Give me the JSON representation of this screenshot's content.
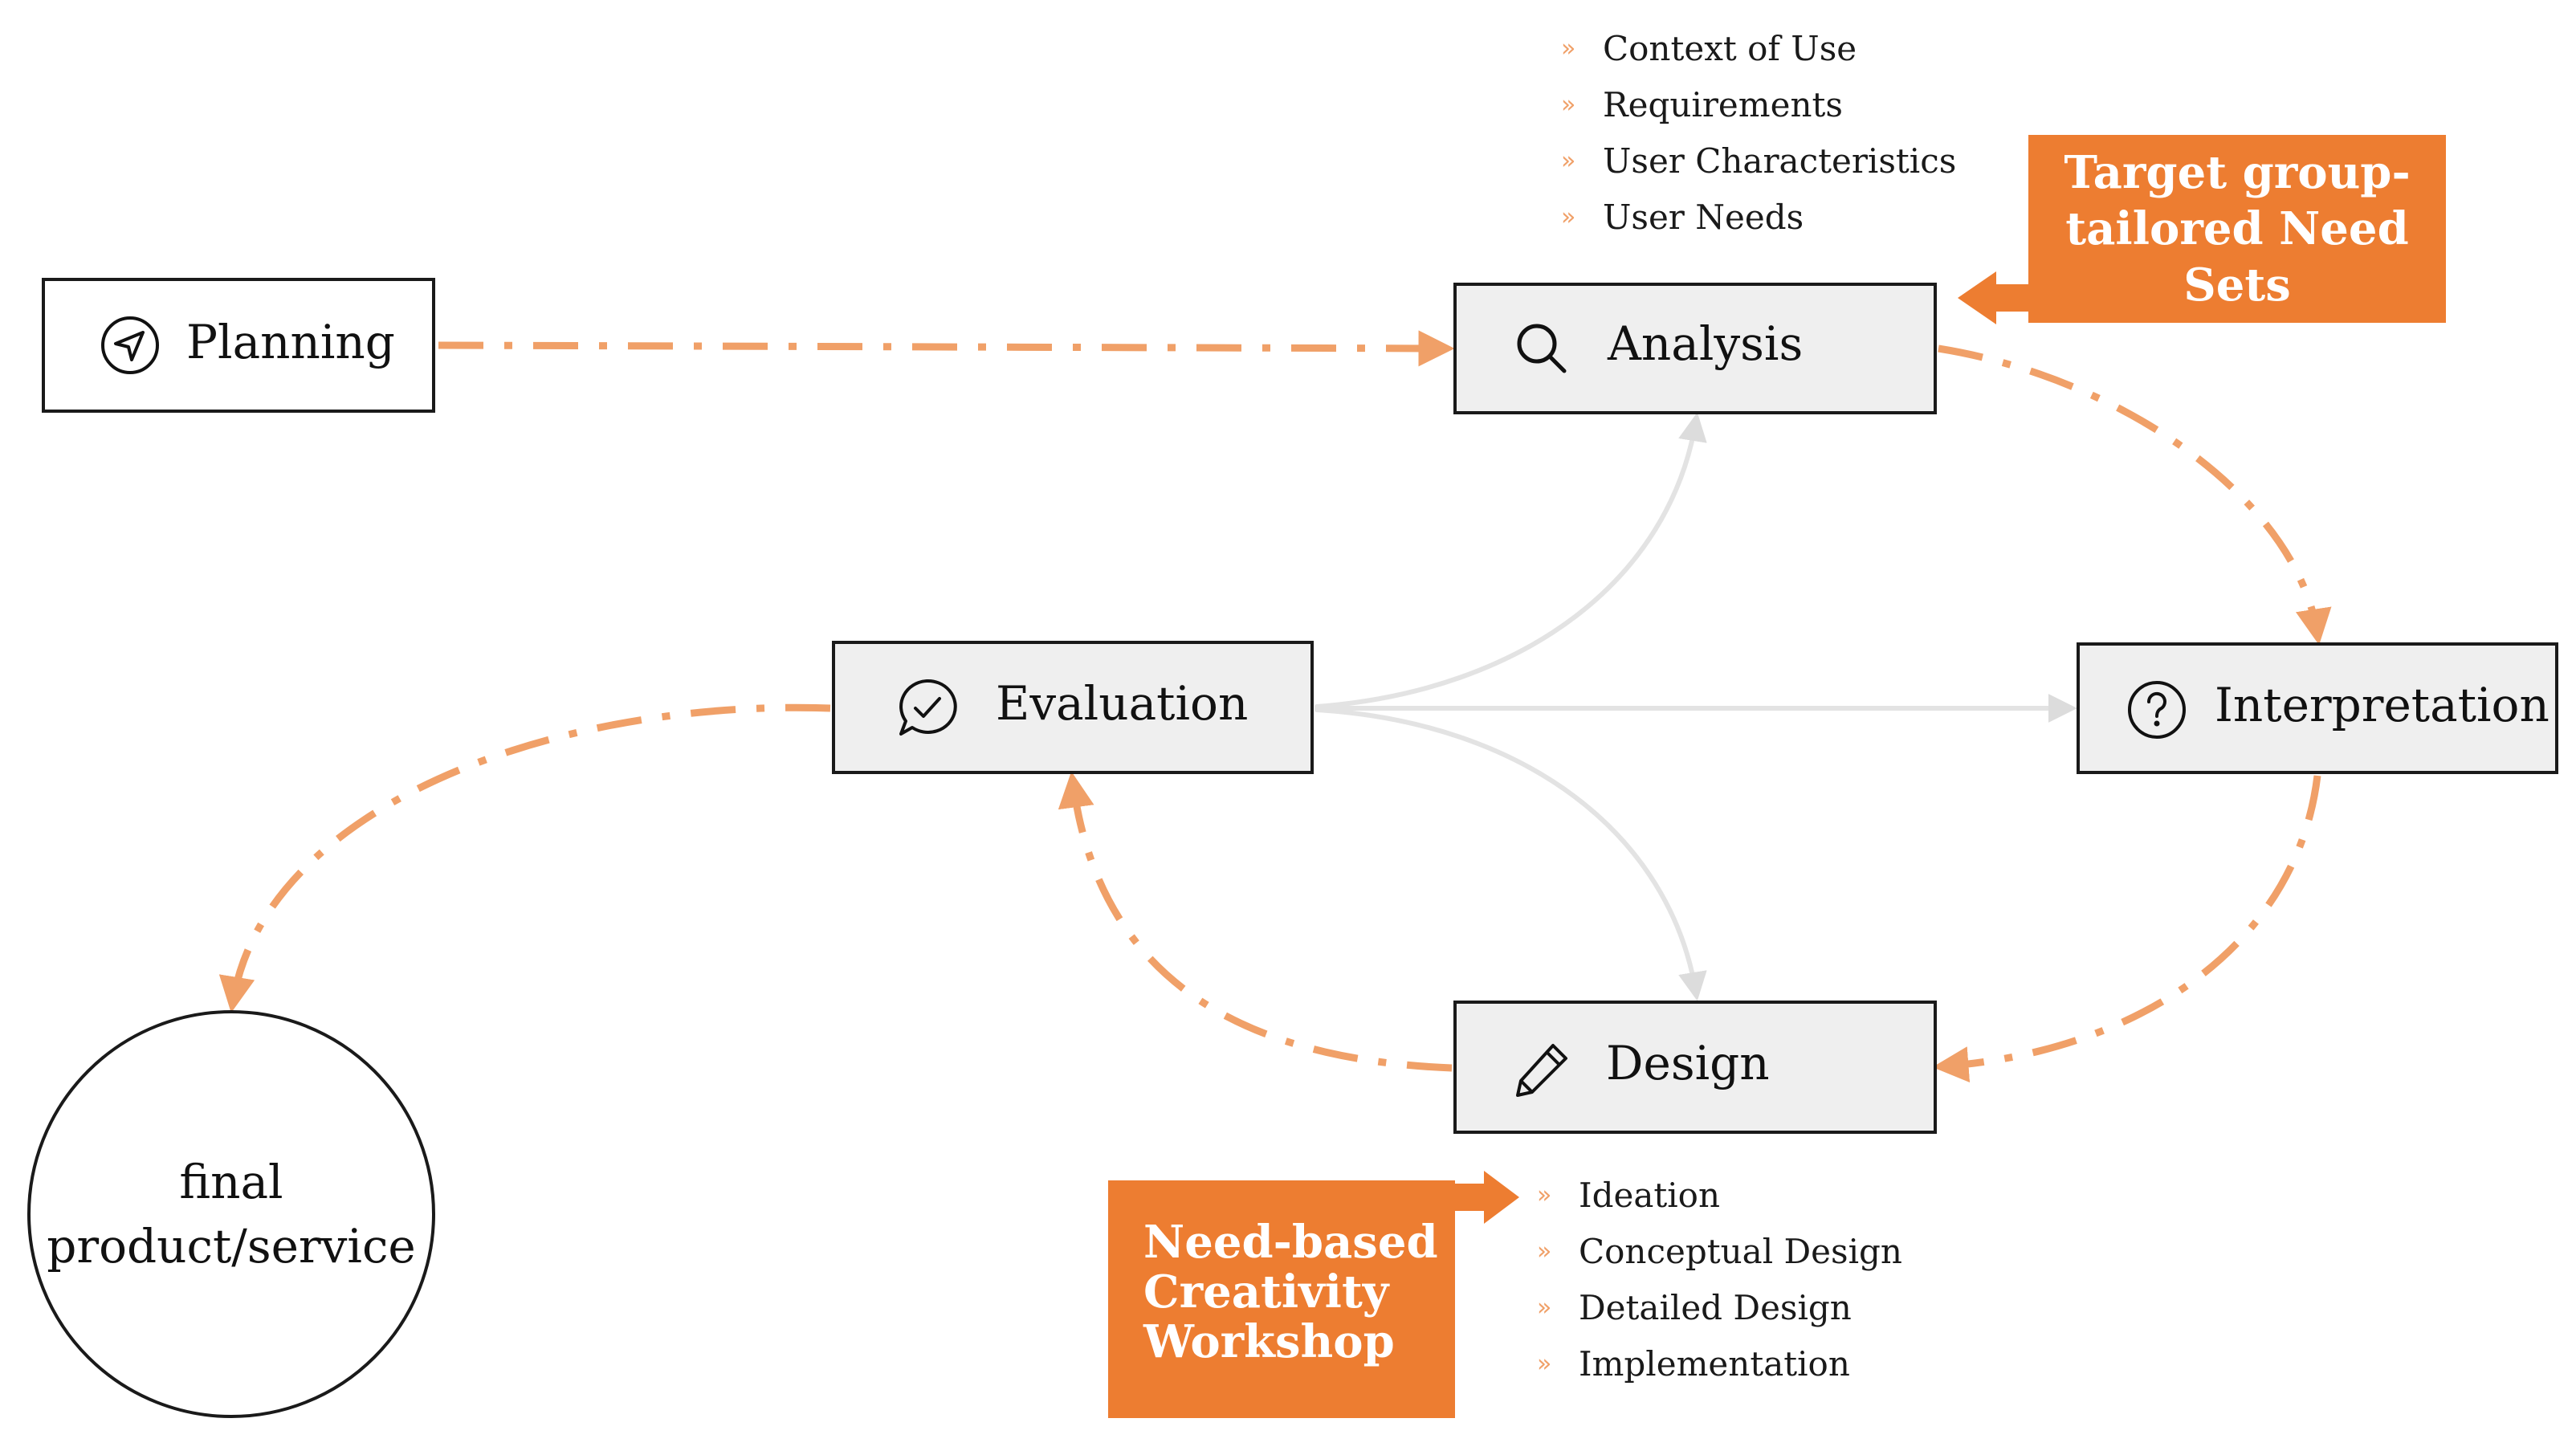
{
  "nodes": {
    "planning": {
      "label": "Planning",
      "icon": "navigation-arrow-icon"
    },
    "analysis": {
      "label": "Analysis",
      "icon": "search-icon"
    },
    "evaluation": {
      "label": "Evaluation",
      "icon": "chat-check-icon"
    },
    "interpretation": {
      "label": "Interpretation",
      "icon": "question-icon"
    },
    "design": {
      "label": "Design",
      "icon": "pencil-icon"
    }
  },
  "final_product": {
    "line1": "final",
    "line2": "product/service"
  },
  "analysis_bullets": [
    "Context of Use",
    "Requirements",
    "User Characteristics",
    "User Needs"
  ],
  "design_bullets": [
    "Ideation",
    "Conceptual Design",
    "Detailed Design",
    "Implementation"
  ],
  "callouts": {
    "target_group": [
      "Target group-",
      "tailored Need",
      "Sets"
    ],
    "creativity": [
      "Need-based",
      "Creativity",
      "Workshop"
    ]
  },
  "bullet_marker": "»",
  "colors": {
    "accent_orange": "#ed7d31",
    "dashed_arrow": "#f0a068",
    "grey_arrow": "#e0e0e0",
    "node_fill": "#efefef",
    "border": "#1a1a1a"
  }
}
